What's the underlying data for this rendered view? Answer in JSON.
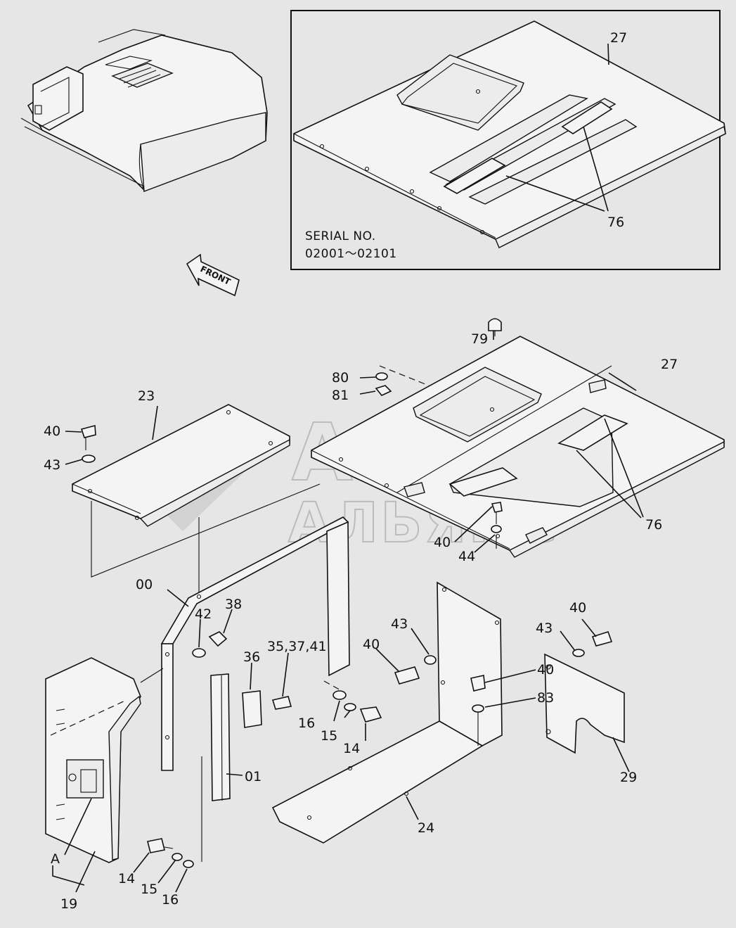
{
  "inset": {
    "serial_line1": "SERIAL NO.",
    "serial_line2": "02001～02101",
    "callouts": [
      "27",
      "76"
    ]
  },
  "front_arrow_label": "FRONT",
  "watermark": {
    "line1": "АВТО",
    "line2": "АЛЬЯНС"
  },
  "callouts": {
    "c79": "79",
    "c80": "80",
    "c81": "81",
    "c27": "27",
    "c23": "23",
    "c40a": "40",
    "c43a": "43",
    "c76": "76",
    "c40b": "40",
    "c44": "44",
    "c00": "00",
    "c38": "38",
    "c42": "42",
    "c36": "36",
    "c35": "35,37,41",
    "c43b": "43",
    "c40c": "40",
    "c16a": "16",
    "c15a": "15",
    "c14a": "14",
    "c40d": "40",
    "c83": "83",
    "c40e": "40",
    "c43c": "43",
    "c29": "29",
    "c01": "01",
    "c24": "24",
    "cA": "A",
    "c19": "19",
    "c14b": "14",
    "c15b": "15",
    "c16b": "16"
  }
}
